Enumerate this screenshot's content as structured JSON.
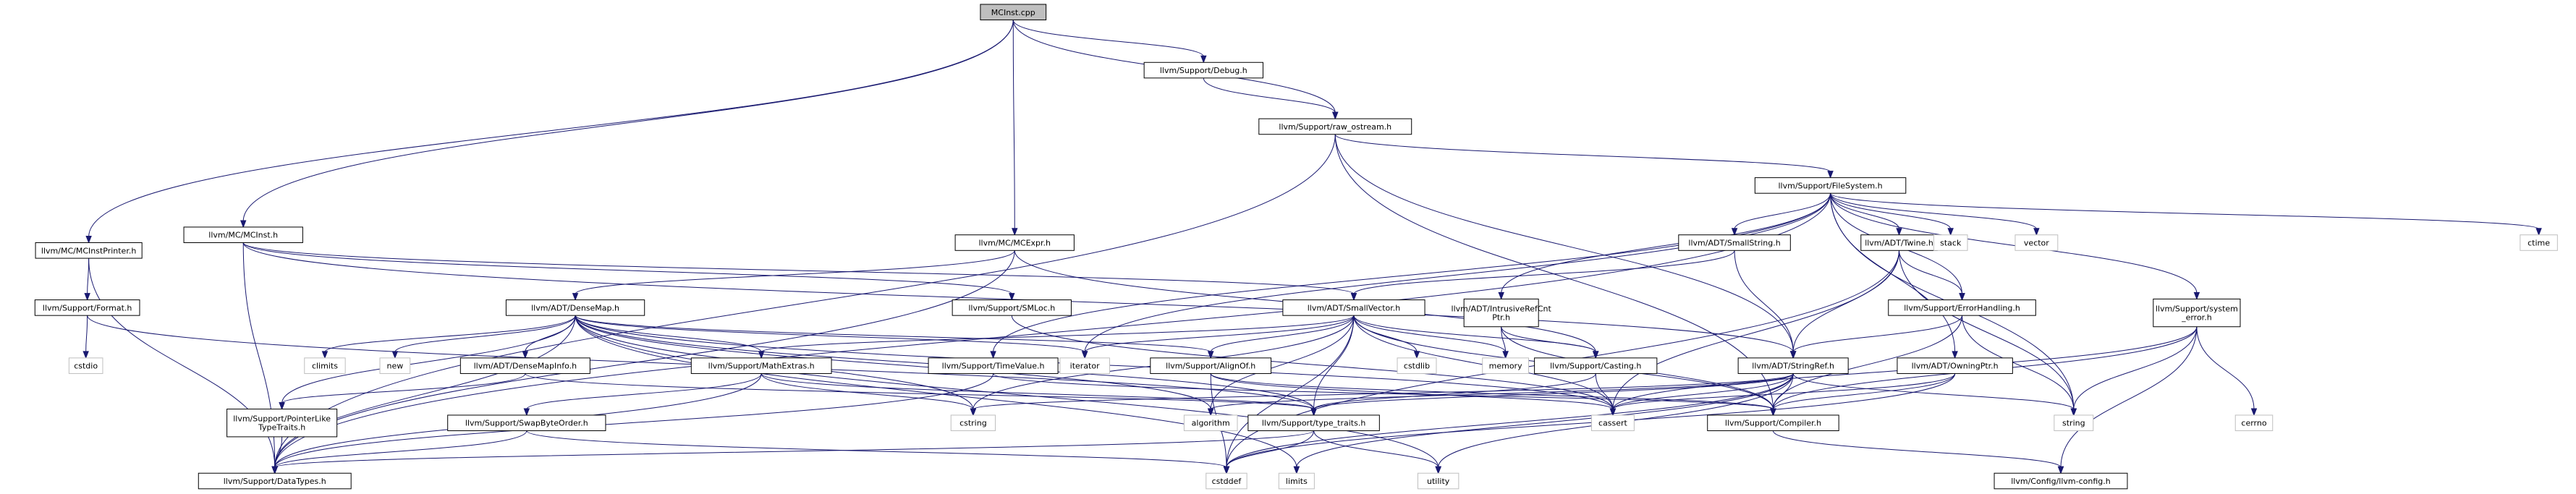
{
  "diagram": {
    "colors": {
      "edge": "#191970",
      "box": "#000000",
      "ext_box": "#bfbfbf",
      "root_fill": "#bfbfbf"
    },
    "nodes": [
      {
        "id": "n0",
        "label": "MCInst.cpp",
        "kind": "root"
      },
      {
        "id": "n1",
        "label": "llvm/Support/Debug.h",
        "kind": "file"
      },
      {
        "id": "n2",
        "label": "llvm/Support/raw_ostream.h",
        "kind": "file"
      },
      {
        "id": "n3",
        "label": "llvm/Support/FileSystem.h",
        "kind": "file"
      },
      {
        "id": "n4",
        "label": "llvm/MC/MCInstPrinter.h",
        "kind": "file"
      },
      {
        "id": "n5",
        "label": "llvm/MC/MCExpr.h",
        "kind": "file"
      },
      {
        "id": "n6",
        "label": "llvm/MC/MCInst.h",
        "kind": "file"
      },
      {
        "id": "n7",
        "label": "llvm/ADT/SmallString.h",
        "kind": "file"
      },
      {
        "id": "n8",
        "label": "llvm/ADT/Twine.h",
        "kind": "file"
      },
      {
        "id": "n9",
        "label": "stack",
        "kind": "ext"
      },
      {
        "id": "n10",
        "label": "vector",
        "kind": "ext"
      },
      {
        "id": "n11",
        "label": "ctime",
        "kind": "ext"
      },
      {
        "id": "n12",
        "label": "llvm/Support/Format.h",
        "kind": "file"
      },
      {
        "id": "n13",
        "label": "cstdio",
        "kind": "ext"
      },
      {
        "id": "n14",
        "label": "llvm/ADT/DenseMap.h",
        "kind": "file"
      },
      {
        "id": "n15",
        "label": "llvm/Support/SMLoc.h",
        "kind": "file"
      },
      {
        "id": "n16",
        "label": "llvm/ADT/SmallVector.h",
        "kind": "file"
      },
      {
        "id": "n17",
        "label": "llvm/ADT/IntrusiveRefCnt\nPtr.h",
        "kind": "file"
      },
      {
        "id": "n18",
        "label": "llvm/Support/ErrorHandling.h",
        "kind": "file"
      },
      {
        "id": "n19",
        "label": "llvm/Support/system\n_error.h",
        "kind": "file"
      },
      {
        "id": "n20",
        "label": "climits",
        "kind": "ext"
      },
      {
        "id": "n21",
        "label": "new",
        "kind": "ext"
      },
      {
        "id": "n22",
        "label": "llvm/ADT/DenseMapInfo.h",
        "kind": "file"
      },
      {
        "id": "n23",
        "label": "llvm/Support/MathExtras.h",
        "kind": "file"
      },
      {
        "id": "n24",
        "label": "iterator",
        "kind": "ext"
      },
      {
        "id": "n25",
        "label": "llvm/Support/AlignOf.h",
        "kind": "file"
      },
      {
        "id": "n26",
        "label": "llvm/Support/TimeValue.h",
        "kind": "file"
      },
      {
        "id": "n27",
        "label": "memory",
        "kind": "ext"
      },
      {
        "id": "n28",
        "label": "cstdlib",
        "kind": "ext"
      },
      {
        "id": "n29",
        "label": "llvm/Support/Casting.h",
        "kind": "file"
      },
      {
        "id": "n30",
        "label": "llvm/ADT/StringRef.h",
        "kind": "file"
      },
      {
        "id": "n31",
        "label": "llvm/ADT/OwningPtr.h",
        "kind": "file"
      },
      {
        "id": "n32",
        "label": "llvm/Support/PointerLike\nTypeTraits.h",
        "kind": "file"
      },
      {
        "id": "n33",
        "label": "llvm/Support/SwapByteOrder.h",
        "kind": "file"
      },
      {
        "id": "n34",
        "label": "cstring",
        "kind": "ext"
      },
      {
        "id": "n35",
        "label": "algorithm",
        "kind": "ext"
      },
      {
        "id": "n36",
        "label": "llvm/Support/type_traits.h",
        "kind": "file"
      },
      {
        "id": "n37",
        "label": "cassert",
        "kind": "ext"
      },
      {
        "id": "n38",
        "label": "llvm/Support/Compiler.h",
        "kind": "file"
      },
      {
        "id": "n39",
        "label": "string",
        "kind": "ext"
      },
      {
        "id": "n40",
        "label": "cerrno",
        "kind": "ext"
      },
      {
        "id": "n41",
        "label": "llvm/Support/DataTypes.h",
        "kind": "file"
      },
      {
        "id": "n42",
        "label": "cstddef",
        "kind": "ext"
      },
      {
        "id": "n43",
        "label": "limits",
        "kind": "ext"
      },
      {
        "id": "n44",
        "label": "utility",
        "kind": "ext"
      },
      {
        "id": "n45",
        "label": "llvm/Config/llvm-config.h",
        "kind": "file"
      }
    ],
    "edges": [
      [
        "n0",
        "n1"
      ],
      [
        "n0",
        "n2"
      ],
      [
        "n0",
        "n4"
      ],
      [
        "n0",
        "n5"
      ],
      [
        "n0",
        "n6"
      ],
      [
        "n1",
        "n2"
      ],
      [
        "n2",
        "n3"
      ],
      [
        "n2",
        "n30"
      ],
      [
        "n2",
        "n38"
      ],
      [
        "n2",
        "n41"
      ],
      [
        "n3",
        "n7"
      ],
      [
        "n3",
        "n8"
      ],
      [
        "n3",
        "n9"
      ],
      [
        "n3",
        "n10"
      ],
      [
        "n3",
        "n11"
      ],
      [
        "n3",
        "n17"
      ],
      [
        "n3",
        "n18"
      ],
      [
        "n3",
        "n19"
      ],
      [
        "n3",
        "n26"
      ],
      [
        "n3",
        "n31"
      ],
      [
        "n3",
        "n39"
      ],
      [
        "n3",
        "n24"
      ],
      [
        "n3",
        "n41"
      ],
      [
        "n4",
        "n12"
      ],
      [
        "n4",
        "n41"
      ],
      [
        "n5",
        "n14"
      ],
      [
        "n5",
        "n29"
      ],
      [
        "n5",
        "n41"
      ],
      [
        "n6",
        "n15"
      ],
      [
        "n6",
        "n16"
      ],
      [
        "n6",
        "n30"
      ],
      [
        "n6",
        "n41"
      ],
      [
        "n7",
        "n16"
      ],
      [
        "n7",
        "n30"
      ],
      [
        "n8",
        "n18"
      ],
      [
        "n8",
        "n30"
      ],
      [
        "n8",
        "n37"
      ],
      [
        "n8",
        "n39"
      ],
      [
        "n8",
        "n42"
      ],
      [
        "n12",
        "n13"
      ],
      [
        "n12",
        "n36"
      ],
      [
        "n14",
        "n20"
      ],
      [
        "n14",
        "n21"
      ],
      [
        "n14",
        "n22"
      ],
      [
        "n14",
        "n23"
      ],
      [
        "n14",
        "n24"
      ],
      [
        "n14",
        "n25"
      ],
      [
        "n14",
        "n32"
      ],
      [
        "n14",
        "n34"
      ],
      [
        "n14",
        "n35"
      ],
      [
        "n14",
        "n36"
      ],
      [
        "n14",
        "n37"
      ],
      [
        "n14",
        "n43"
      ],
      [
        "n14",
        "n44"
      ],
      [
        "n14",
        "n41"
      ],
      [
        "n15",
        "n37"
      ],
      [
        "n16",
        "n23"
      ],
      [
        "n16",
        "n24"
      ],
      [
        "n16",
        "n25"
      ],
      [
        "n16",
        "n27"
      ],
      [
        "n16",
        "n28"
      ],
      [
        "n16",
        "n29"
      ],
      [
        "n16",
        "n34"
      ],
      [
        "n16",
        "n35"
      ],
      [
        "n16",
        "n36"
      ],
      [
        "n16",
        "n37"
      ],
      [
        "n16",
        "n38"
      ],
      [
        "n16",
        "n42"
      ],
      [
        "n17",
        "n27"
      ],
      [
        "n17",
        "n29"
      ],
      [
        "n17",
        "n38"
      ],
      [
        "n18",
        "n30"
      ],
      [
        "n18",
        "n38"
      ],
      [
        "n18",
        "n39"
      ],
      [
        "n19",
        "n37"
      ],
      [
        "n19",
        "n38"
      ],
      [
        "n19",
        "n39"
      ],
      [
        "n19",
        "n40"
      ],
      [
        "n19",
        "n45"
      ],
      [
        "n22",
        "n32"
      ],
      [
        "n22",
        "n36"
      ],
      [
        "n23",
        "n33"
      ],
      [
        "n23",
        "n34"
      ],
      [
        "n23",
        "n36"
      ],
      [
        "n23",
        "n41"
      ],
      [
        "n25",
        "n37"
      ],
      [
        "n25",
        "n38"
      ],
      [
        "n25",
        "n42"
      ],
      [
        "n26",
        "n41"
      ],
      [
        "n26",
        "n38"
      ],
      [
        "n29",
        "n36"
      ],
      [
        "n29",
        "n37"
      ],
      [
        "n30",
        "n34"
      ],
      [
        "n30",
        "n35"
      ],
      [
        "n30",
        "n36"
      ],
      [
        "n30",
        "n37"
      ],
      [
        "n30",
        "n38"
      ],
      [
        "n30",
        "n39"
      ],
      [
        "n30",
        "n42"
      ],
      [
        "n30",
        "n43"
      ],
      [
        "n30",
        "n44"
      ],
      [
        "n31",
        "n37"
      ],
      [
        "n31",
        "n38"
      ],
      [
        "n31",
        "n42"
      ],
      [
        "n32",
        "n41"
      ],
      [
        "n33",
        "n41"
      ],
      [
        "n33",
        "n42"
      ],
      [
        "n36",
        "n41"
      ],
      [
        "n36",
        "n42"
      ],
      [
        "n36",
        "n44"
      ],
      [
        "n38",
        "n45"
      ]
    ]
  }
}
